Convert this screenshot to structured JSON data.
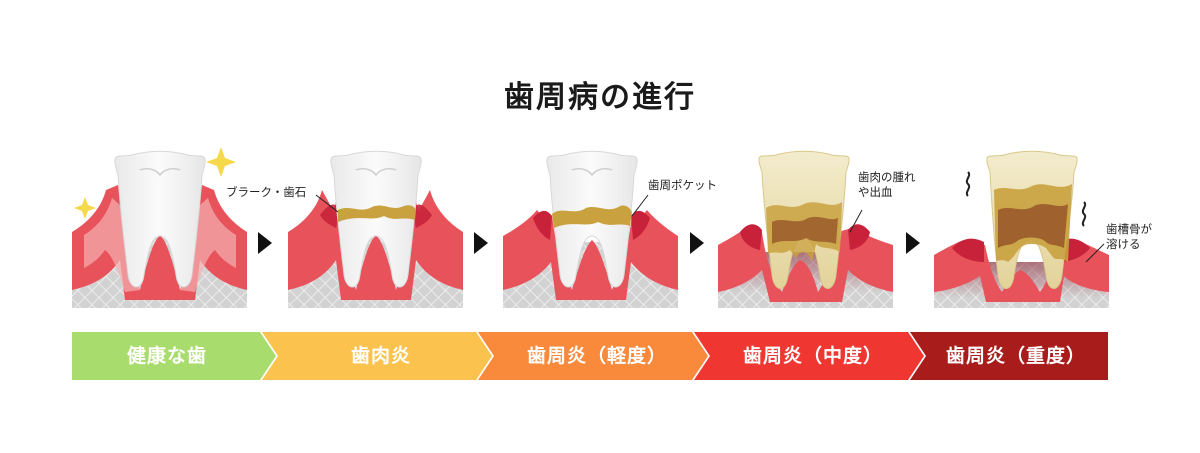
{
  "title": "歯周病の進行",
  "callouts": {
    "plaque": "ブラーク・歯石",
    "pocket": "歯周ポケット",
    "swelling_line1": "歯肉の腫れ",
    "swelling_line2": "や出血",
    "bone_line1": "歯槽骨が",
    "bone_line2": "溶ける"
  },
  "stages": [
    {
      "label": "健康な歯",
      "color": "#a8dd6e"
    },
    {
      "label": "歯肉炎",
      "color": "#fbc24e"
    },
    {
      "label": "歯周炎（軽度）",
      "color": "#f98a3c"
    },
    {
      "label": "歯周炎（中度）",
      "color": "#ef3630"
    },
    {
      "label": "歯周炎（重度）",
      "color": "#a81c1c"
    }
  ],
  "colors": {
    "gum": "#e8525b",
    "gum_light": "#f5b1b2",
    "bone": "#cfcfcf",
    "plaque": "#c9a13e",
    "sparkle": "#f6d94a"
  },
  "icons": [
    "sparkle-icon",
    "arrow-right-icon",
    "wavy-pain-icon"
  ]
}
